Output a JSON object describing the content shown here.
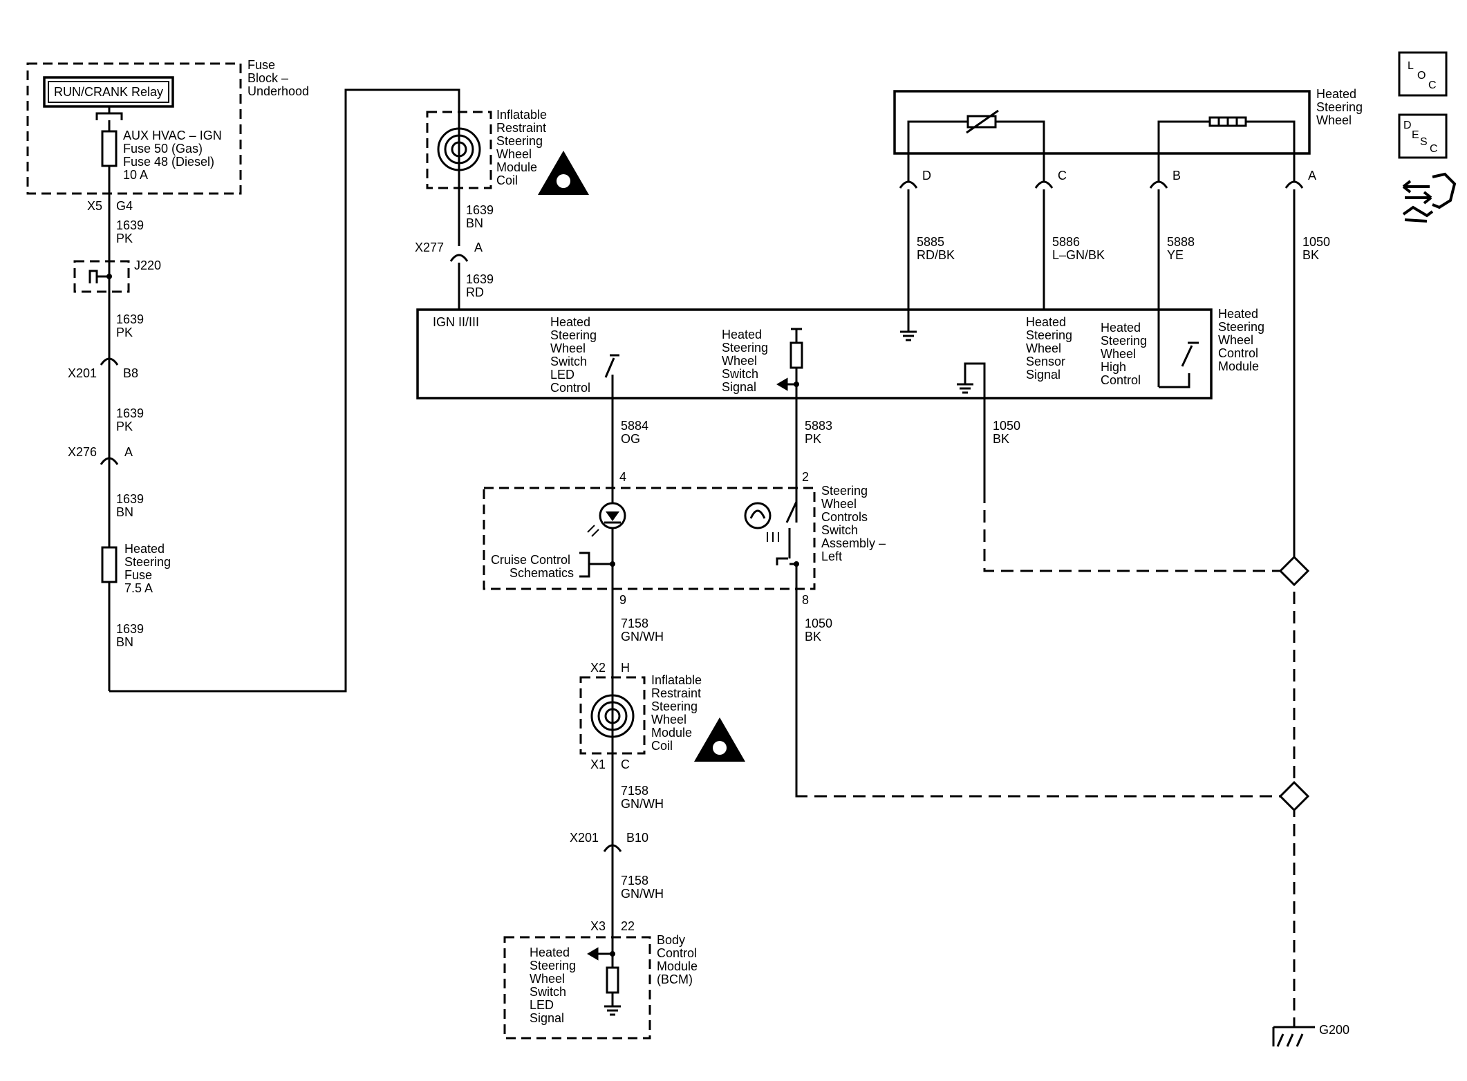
{
  "fuse_block": {
    "title": [
      "Fuse",
      "Block –",
      "Underhood"
    ],
    "relay": "RUN/CRANK Relay",
    "fuse_label": [
      "AUX HVAC – IGN",
      "Fuse 50 (Gas)",
      "Fuse 48 (Diesel)",
      "10 A"
    ]
  },
  "left_wire": {
    "x5": "X5",
    "g4": "G4",
    "seg1": [
      "1639",
      "PK"
    ],
    "j220": "J220",
    "seg2": [
      "1639",
      "PK"
    ],
    "x201": "X201",
    "b8": "B8",
    "seg3": [
      "1639",
      "PK"
    ],
    "x276": "X276",
    "a": "A",
    "seg4": [
      "1639",
      "BN"
    ],
    "fuse": [
      "Heated",
      "Steering",
      "Fuse",
      "7.5 A"
    ],
    "seg5": [
      "1639",
      "BN"
    ]
  },
  "coil_top": {
    "label": [
      "Inflatable",
      "Restraint",
      "Steering",
      "Wheel",
      "Module",
      "Coil"
    ],
    "seg1": [
      "1639",
      "BN"
    ],
    "x277": "X277",
    "pin": "A",
    "seg2": [
      "1639",
      "RD"
    ]
  },
  "module": {
    "name": [
      "Heated",
      "Steering",
      "Wheel",
      "Control",
      "Module"
    ],
    "ign": "IGN II/III",
    "led_control": [
      "Heated",
      "Steering",
      "Wheel",
      "Switch",
      "LED",
      "Control"
    ],
    "switch_signal": [
      "Heated",
      "Steering",
      "Wheel",
      "Switch",
      "Signal"
    ],
    "sensor_signal": [
      "Heated",
      "Steering",
      "Wheel",
      "Sensor",
      "Signal"
    ],
    "high_control": [
      "Heated",
      "Steering",
      "Wheel",
      "High",
      "Control"
    ]
  },
  "wheel": {
    "name": [
      "Heated",
      "Steering",
      "Wheel"
    ],
    "pins": [
      "D",
      "C",
      "B",
      "A"
    ],
    "wires": [
      [
        "5885",
        "RD/BK"
      ],
      [
        "5886",
        "L–GN/BK"
      ],
      [
        "5888",
        "YE"
      ],
      [
        "1050",
        "BK"
      ]
    ]
  },
  "center": {
    "w5884": [
      "5884",
      "OG"
    ],
    "w5883": [
      "5883",
      "PK"
    ],
    "w1050": [
      "1050",
      "BK"
    ],
    "pin4": "4",
    "pin2": "2",
    "pin9": "9",
    "pin8": "8",
    "swc": [
      "Steering",
      "Wheel",
      "Controls",
      "Switch",
      "Assembly –",
      "Left"
    ],
    "cruise": [
      "Cruise Control",
      "Schematics"
    ],
    "w7158a": [
      "7158",
      "GN/WH"
    ],
    "w1050b": [
      "1050",
      "BK"
    ],
    "x2": "X2",
    "h": "H",
    "coil": [
      "Inflatable",
      "Restraint",
      "Steering",
      "Wheel",
      "Module",
      "Coil"
    ],
    "x1": "X1",
    "c": "C",
    "w7158b": [
      "7158",
      "GN/WH"
    ],
    "x201": "X201",
    "b10": "B10",
    "w7158c": [
      "7158",
      "GN/WH"
    ],
    "x3": "X3",
    "p22": "22",
    "bcm": [
      "Body",
      "Control",
      "Module",
      "(BCM)"
    ],
    "bcm_signal": [
      "Heated",
      "Steering",
      "Wheel",
      "Switch",
      "LED",
      "Signal"
    ]
  },
  "ground": "G200",
  "icons": {
    "loc": [
      "L",
      "O",
      "C"
    ],
    "desc": [
      "D",
      "E",
      "S",
      "C"
    ]
  }
}
